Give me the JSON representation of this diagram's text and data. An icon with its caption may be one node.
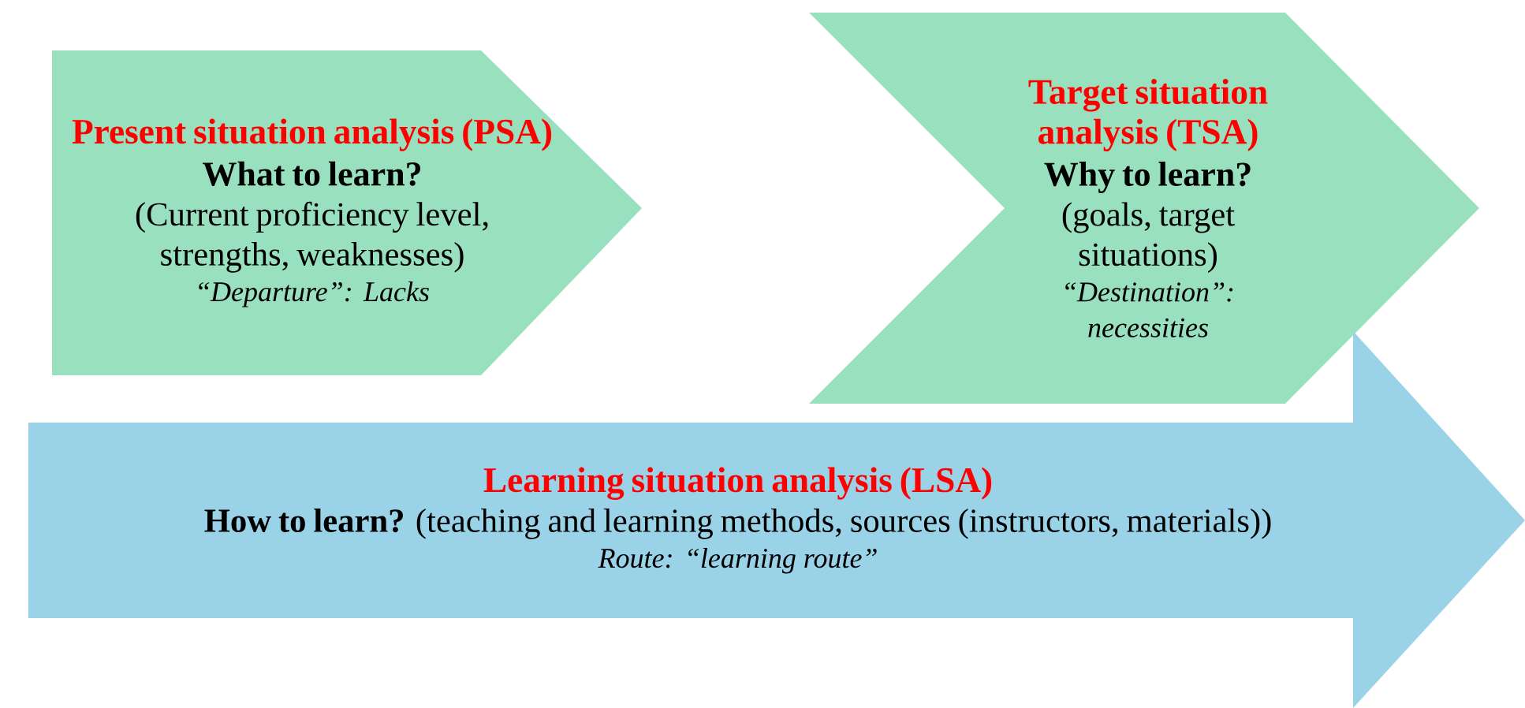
{
  "diagram": {
    "nodes": [
      {
        "text": [
          "Present situation analysis (PSA)",
          "What to learn?",
          "(Current proficiency level, strengths, weaknesses)",
          "“Departure”: Lacks"
        ]
      },
      {
        "text": [
          "Target situation analysis (TSA)",
          "Why to learn?",
          "(goals, target situations)",
          "“Destination”: necessities"
        ]
      },
      {
        "text": [
          "Learning situation analysis (LSA)",
          "**How to learn?** (teaching and learning methods, sources (instructors, materials))",
          "Route: “learning route”"
        ]
      }
    ]
  }
}
